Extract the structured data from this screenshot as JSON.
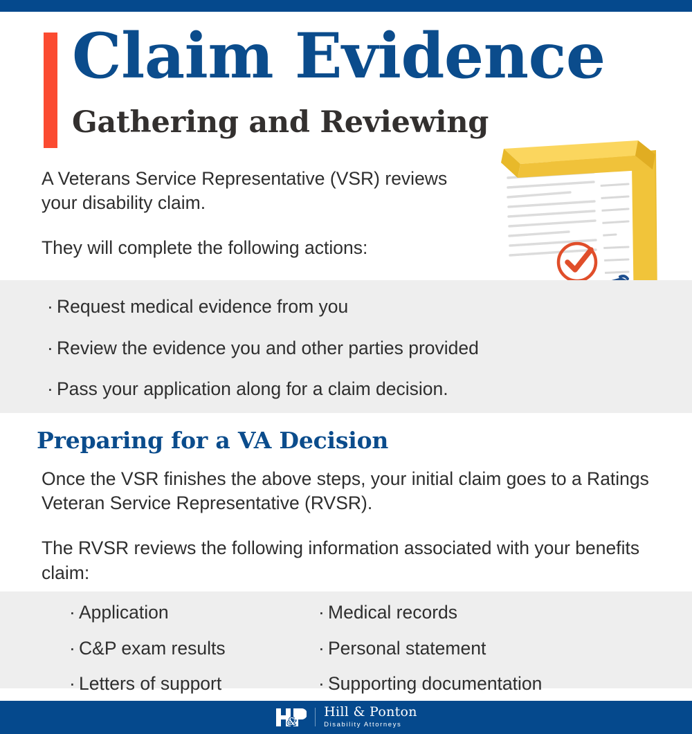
{
  "colors": {
    "brand_blue": "#05498d",
    "title_blue": "#0b4c8c",
    "accent_red": "#fb4b31",
    "band_gray": "#eeeeee",
    "body_text": "#2e2e2e",
    "subtitle_text": "#33302f",
    "folder_yellow": "#f4c83f",
    "check_orange": "#e04e2a",
    "pen_blue": "#1a4e8f"
  },
  "header": {
    "title": "Claim Evidence",
    "subtitle": "Gathering and Reviewing",
    "intro_paragraphs": [
      "A Veterans Service Representative (VSR) reviews your disability claim.",
      "They will complete the following actions:"
    ]
  },
  "actions": {
    "bullet": "·",
    "items": [
      "Request medical evidence from you",
      "Review the evidence you and other parties provided",
      "Pass your application along for a claim decision."
    ]
  },
  "section_two": {
    "heading": "Preparing for a VA Decision",
    "paragraphs": [
      "Once the VSR finishes the above steps, your initial claim goes to a Ratings Veteran Service Representative (RVSR).",
      "The RVSR reviews the following information associated with your benefits claim:"
    ],
    "bullet": "·",
    "columns": [
      [
        "Application",
        "C&P exam results",
        "Letters of support"
      ],
      [
        "Medical records",
        "Personal statement",
        "Supporting documentation"
      ]
    ]
  },
  "footer": {
    "monogram": "H&P",
    "name": "Hill & Ponton",
    "tagline": "Disability Attorneys"
  },
  "illustration": {
    "name": "documents-in-folder-with-checkmark-and-pen"
  }
}
